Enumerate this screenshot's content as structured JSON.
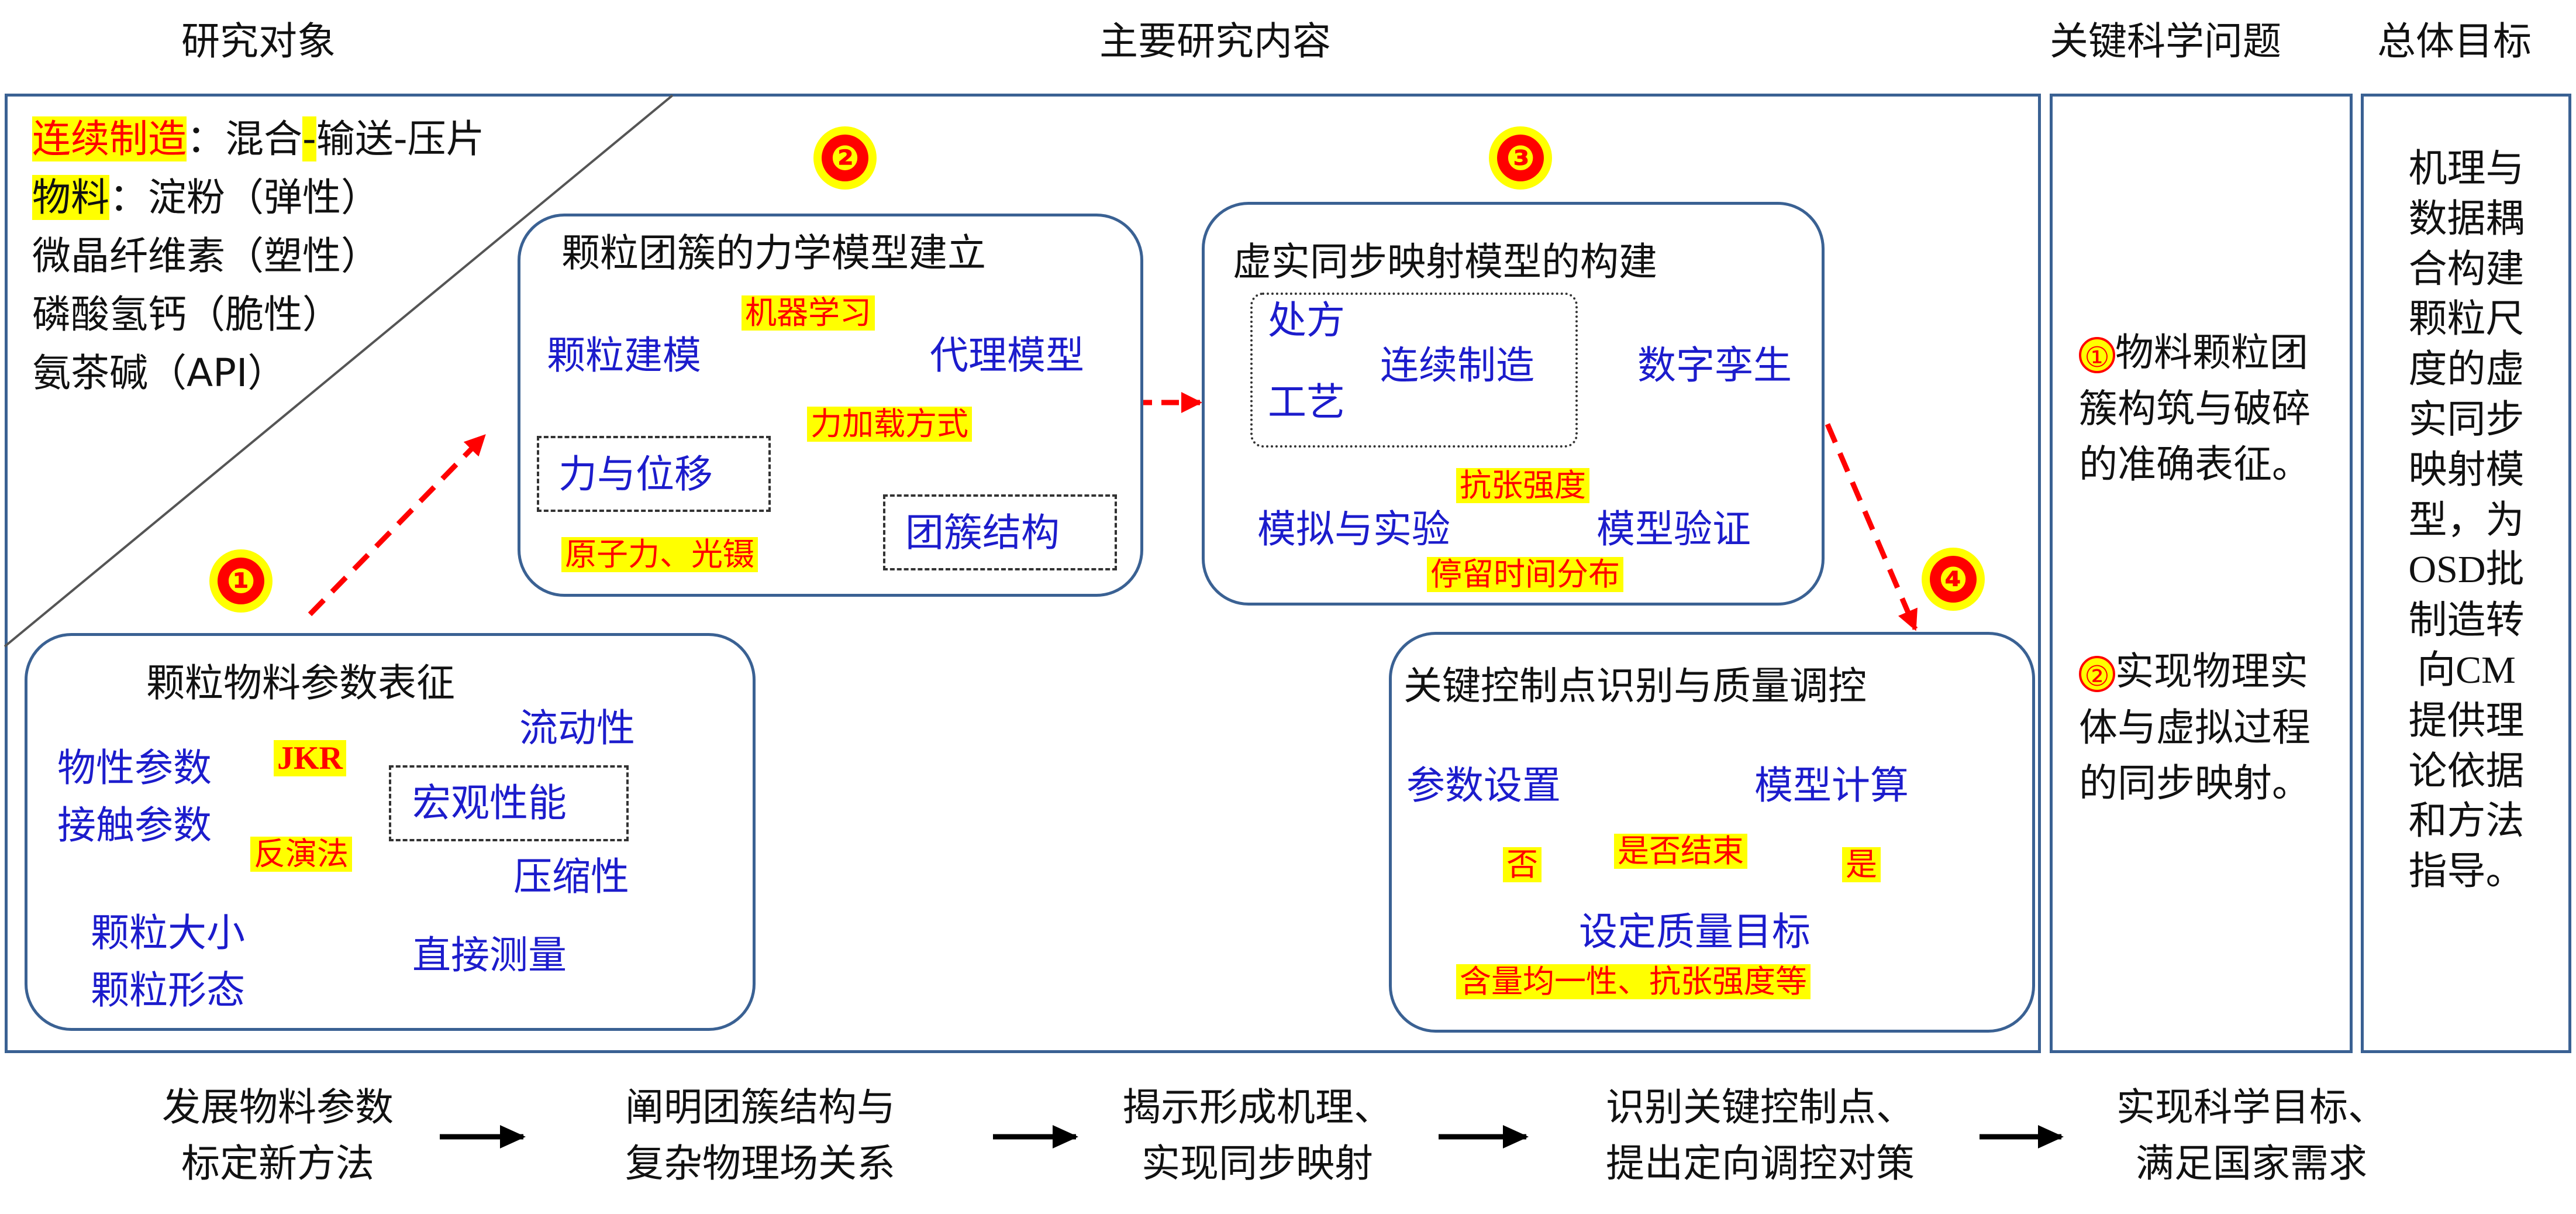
{
  "headers": {
    "research_object": "研究对象",
    "main_content": "主要研究内容",
    "key_problem": "关键科学问题",
    "overall_goal": "总体目标"
  },
  "objects": {
    "process_label": "连续制造",
    "process_colon": "：",
    "process_steps_a": "混合",
    "process_dash1": "-",
    "process_steps_b": "输送",
    "process_dash2": "-",
    "process_steps_c": "压片",
    "material_label": "物料",
    "material_line1": "：淀粉（弹性）",
    "material_line2": "微晶纤维素（塑性）",
    "material_line3": "磷酸氢钙（脆性）",
    "material_line4": "氨茶碱（API）"
  },
  "markers": {
    "m1": "❶",
    "m2": "❷",
    "m3": "❸",
    "m4": "❹"
  },
  "box1": {
    "title": "颗粒物料参数表征",
    "physical_params": "物性参数",
    "contact_params": "接触参数",
    "jkr": "JKR",
    "inverse": "反演法",
    "macro_perf": "宏观性能",
    "flowability": "流动性",
    "compressibility": "压缩性",
    "particle_size": "颗粒大小",
    "particle_shape": "颗粒形态",
    "direct_measure": "直接测量"
  },
  "box2": {
    "title": "颗粒团簇的力学模型建立",
    "particle_modeling": "颗粒建模",
    "machine_learning": "机器学习",
    "surrogate_model": "代理模型",
    "force_loading": "力加载方式",
    "force_disp": "力与位移",
    "cluster_struct": "团簇结构",
    "afm": "原子力、光镊"
  },
  "box3": {
    "title": "虚实同步映射模型的构建",
    "recipe": "处方",
    "process": "工艺",
    "cont_mfg": "连续制造",
    "digital_twin": "数字孪生",
    "tensile": "抗张强度",
    "sim_exp": "模拟与实验",
    "model_verify": "模型验证",
    "rtd": "停留时间分布"
  },
  "box4": {
    "title": "关键控制点识别与质量调控",
    "param_setting": "参数设置",
    "model_calc": "模型计算",
    "is_end": "是否结束",
    "no": "否",
    "yes": "是",
    "set_quality": "设定质量目标",
    "quality_attrs": "含量均一性、抗张强度等"
  },
  "key_problem": {
    "n1": "①",
    "p1": "物料颗粒团簇构筑与破碎的准确表征。",
    "n2": "②",
    "p2": "实现物理实体与虚拟过程的同步映射。"
  },
  "goal": {
    "l1": "机理与",
    "l2": "数据耦",
    "l3": "合构建",
    "l4": "颗粒尺",
    "l5": "度的虚",
    "l6": "实同步",
    "l7": "映射模",
    "l8": "型，为",
    "l9": "OSD批",
    "l10": "制造转",
    "l11": "向CM",
    "l12": "提供理",
    "l13": "论依据",
    "l14": "和方法",
    "l15": "指导。"
  },
  "bottom": {
    "s1a": "发展物料参数",
    "s1b": "标定新方法",
    "s2a": "阐明团簇结构与",
    "s2b": "复杂物理场关系",
    "s3a": "揭示形成机理、",
    "s3b": "实现同步映射",
    "s4a": "识别关键控制点、",
    "s4b": "提出定向调控对策",
    "s5a": "实现科学目标、",
    "s5b": "满足国家需求"
  },
  "colors": {
    "frame": "#3a6193",
    "text_blue": "#1c1ccc",
    "highlight": "#ffff00",
    "arrow_red": "#ff0000"
  }
}
